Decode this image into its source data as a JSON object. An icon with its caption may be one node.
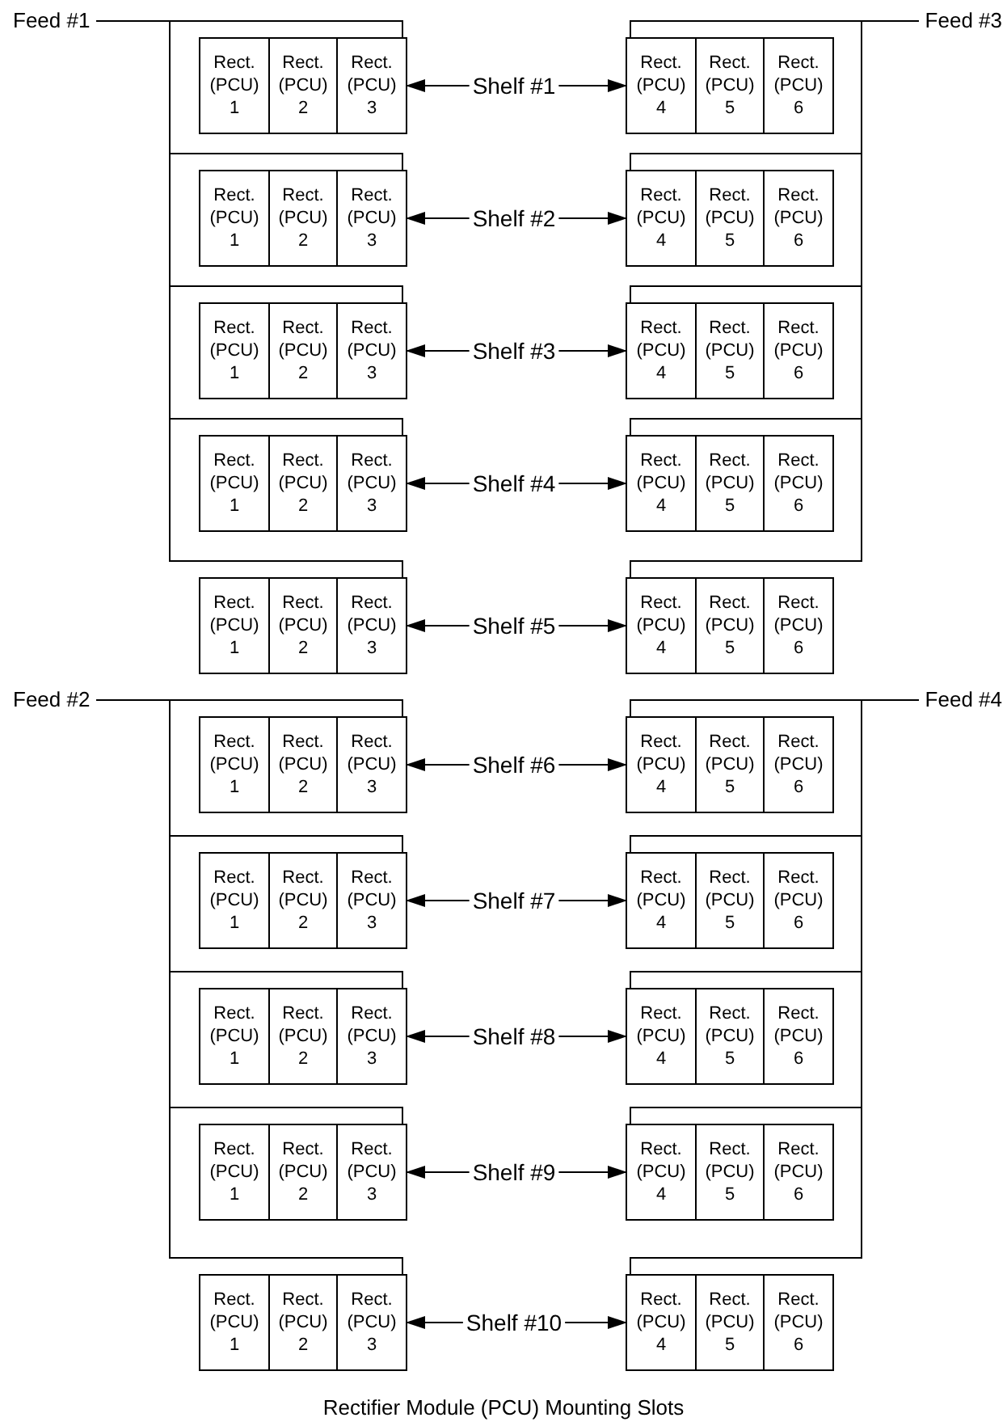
{
  "diagram": {
    "caption": "Rectifier Module (PCU) Mounting Slots",
    "nodes": [
      {
        "text": [
          "Feed #1"
        ]
      },
      {
        "text": [
          "Feed #3"
        ]
      },
      {
        "text": [],
        "shape": "box"
      },
      {
        "text": [
          "Rect. (PCU) 1"
        ],
        "in": 2
      },
      {
        "text": [
          "Rect. (PCU) 2"
        ],
        "in": 2
      },
      {
        "text": [
          "Rect. (PCU) 3"
        ],
        "in": 2
      },
      {
        "text": [
          "Shelf #1"
        ]
      },
      {
        "text": [],
        "shape": "box"
      },
      {
        "text": [
          "Rect. (PCU) 4"
        ],
        "in": 7
      },
      {
        "text": [
          "Rect. (PCU) 5"
        ],
        "in": 7
      },
      {
        "text": [
          "Rect. (PCU) 6"
        ],
        "in": 7
      },
      {
        "text": [],
        "shape": "box"
      },
      {
        "text": [
          "Rect. (PCU) 1"
        ],
        "in": 11
      },
      {
        "text": [
          "Rect. (PCU) 2"
        ],
        "in": 11
      },
      {
        "text": [
          "Rect. (PCU) 3"
        ],
        "in": 11
      },
      {
        "text": [
          "Shelf #2"
        ]
      },
      {
        "text": [],
        "shape": "box"
      },
      {
        "text": [
          "Rect. (PCU) 4"
        ],
        "in": 16
      },
      {
        "text": [
          "Rect. (PCU) 5"
        ],
        "in": 16
      },
      {
        "text": [
          "Rect. (PCU) 6"
        ],
        "in": 16
      },
      {
        "text": [],
        "shape": "box"
      },
      {
        "text": [
          "Rect. (PCU) 1"
        ],
        "in": 20
      },
      {
        "text": [
          "Rect. (PCU) 2"
        ],
        "in": 20
      },
      {
        "text": [
          "Rect. (PCU) 3"
        ],
        "in": 20
      },
      {
        "text": [
          "Shelf #3"
        ]
      },
      {
        "text": [],
        "shape": "box"
      },
      {
        "text": [
          "Rect. (PCU) 4"
        ],
        "in": 25
      },
      {
        "text": [
          "Rect. (PCU) 5"
        ],
        "in": 25
      },
      {
        "text": [
          "Rect. (PCU) 6"
        ],
        "in": 25
      },
      {
        "text": [],
        "shape": "box"
      },
      {
        "text": [
          "Rect. (PCU) 1"
        ],
        "in": 29
      },
      {
        "text": [
          "Rect. (PCU) 2"
        ],
        "in": 29
      },
      {
        "text": [
          "Rect. (PCU) 3"
        ],
        "in": 29
      },
      {
        "text": [
          "Shelf #4"
        ]
      },
      {
        "text": [],
        "shape": "box"
      },
      {
        "text": [
          "Rect. (PCU) 4"
        ],
        "in": 34
      },
      {
        "text": [
          "Rect. (PCU) 5"
        ],
        "in": 34
      },
      {
        "text": [
          "Rect. (PCU) 6"
        ],
        "in": 34
      },
      {
        "text": [],
        "shape": "box"
      },
      {
        "text": [
          "Rect. (PCU) 1"
        ],
        "in": 38
      },
      {
        "text": [
          "Rect. (PCU) 2"
        ],
        "in": 38
      },
      {
        "text": [
          "Rect. (PCU) 3"
        ],
        "in": 38
      },
      {
        "text": [
          "Shelf #5"
        ]
      },
      {
        "text": [],
        "shape": "box"
      },
      {
        "text": [
          "Rect. (PCU) 4"
        ],
        "in": 43
      },
      {
        "text": [
          "Rect. (PCU) 5"
        ],
        "in": 43
      },
      {
        "text": [
          "Rect. (PCU) 6"
        ],
        "in": 43
      },
      {
        "text": [
          "Feed #2"
        ]
      },
      {
        "text": [
          "Feed #4"
        ]
      },
      {
        "text": [],
        "shape": "box"
      },
      {
        "text": [
          "Rect. (PCU) 1"
        ],
        "in": 49
      },
      {
        "text": [
          "Rect. (PCU) 2"
        ],
        "in": 49
      },
      {
        "text": [
          "Rect. (PCU) 3"
        ],
        "in": 49
      },
      {
        "text": [
          "Shelf #6"
        ]
      },
      {
        "text": [],
        "shape": "box"
      },
      {
        "text": [
          "Rect. (PCU) 4"
        ],
        "in": 54
      },
      {
        "text": [
          "Rect. (PCU) 5"
        ],
        "in": 54
      },
      {
        "text": [
          "Rect. (PCU) 6"
        ],
        "in": 54
      },
      {
        "text": [],
        "shape": "box"
      },
      {
        "text": [
          "Rect. (PCU) 1"
        ],
        "in": 58
      },
      {
        "text": [
          "Rect. (PCU) 2"
        ],
        "in": 58
      },
      {
        "text": [
          "Rect. (PCU) 3"
        ],
        "in": 58
      },
      {
        "text": [
          "Shelf #7"
        ]
      },
      {
        "text": [],
        "shape": "box"
      },
      {
        "text": [
          "Rect. (PCU) 4"
        ],
        "in": 63
      },
      {
        "text": [
          "Rect. (PCU) 5"
        ],
        "in": 63
      },
      {
        "text": [
          "Rect. (PCU) 6"
        ],
        "in": 63
      },
      {
        "text": [],
        "shape": "box"
      },
      {
        "text": [
          "Rect. (PCU) 1"
        ],
        "in": 67
      },
      {
        "text": [
          "Rect. (PCU) 2"
        ],
        "in": 67
      },
      {
        "text": [
          "Rect. (PCU) 3"
        ],
        "in": 67
      },
      {
        "text": [
          "Shelf #8"
        ]
      },
      {
        "text": [],
        "shape": "box"
      },
      {
        "text": [
          "Rect. (PCU) 4"
        ],
        "in": 72
      },
      {
        "text": [
          "Rect. (PCU) 5"
        ],
        "in": 72
      },
      {
        "text": [
          "Rect. (PCU) 6"
        ],
        "in": 72
      },
      {
        "text": [],
        "shape": "box"
      },
      {
        "text": [
          "Rect. (PCU) 1"
        ],
        "in": 76
      },
      {
        "text": [
          "Rect. (PCU) 2"
        ],
        "in": 76
      },
      {
        "text": [
          "Rect. (PCU) 3"
        ],
        "in": 76
      },
      {
        "text": [
          "Shelf #9"
        ]
      },
      {
        "text": [],
        "shape": "box"
      },
      {
        "text": [
          "Rect. (PCU) 4"
        ],
        "in": 81
      },
      {
        "text": [
          "Rect. (PCU) 5"
        ],
        "in": 81
      },
      {
        "text": [
          "Rect. (PCU) 6"
        ],
        "in": 81
      },
      {
        "text": [],
        "shape": "box"
      },
      {
        "text": [
          "Rect. (PCU) 1"
        ],
        "in": 85
      },
      {
        "text": [
          "Rect. (PCU) 2"
        ],
        "in": 85
      },
      {
        "text": [
          "Rect. (PCU) 3"
        ],
        "in": 85
      },
      {
        "text": [
          "Shelf #10"
        ]
      },
      {
        "text": [],
        "shape": "box"
      },
      {
        "text": [
          "Rect. (PCU) 4"
        ],
        "in": 90
      },
      {
        "text": [
          "Rect. (PCU) 5"
        ],
        "in": 90
      },
      {
        "text": [
          "Rect. (PCU) 6"
        ],
        "in": 90
      }
    ],
    "edges": [
      {
        "from": 0,
        "to": 2,
        "arrow": "none"
      },
      {
        "from": 1,
        "to": 7,
        "arrow": "none"
      },
      {
        "from": 6,
        "to": 5,
        "arrow": "to"
      },
      {
        "from": 6,
        "to": 8,
        "arrow": "to"
      },
      {
        "from": 0,
        "to": 11,
        "arrow": "none"
      },
      {
        "from": 1,
        "to": 16,
        "arrow": "none"
      },
      {
        "from": 15,
        "to": 14,
        "arrow": "to"
      },
      {
        "from": 15,
        "to": 17,
        "arrow": "to"
      },
      {
        "from": 0,
        "to": 20,
        "arrow": "none"
      },
      {
        "from": 1,
        "to": 25,
        "arrow": "none"
      },
      {
        "from": 24,
        "to": 23,
        "arrow": "to"
      },
      {
        "from": 24,
        "to": 26,
        "arrow": "to"
      },
      {
        "from": 0,
        "to": 29,
        "arrow": "none"
      },
      {
        "from": 1,
        "to": 34,
        "arrow": "none"
      },
      {
        "from": 33,
        "to": 32,
        "arrow": "to"
      },
      {
        "from": 33,
        "to": 35,
        "arrow": "to"
      },
      {
        "from": 0,
        "to": 38,
        "arrow": "none"
      },
      {
        "from": 1,
        "to": 43,
        "arrow": "none"
      },
      {
        "from": 42,
        "to": 41,
        "arrow": "to"
      },
      {
        "from": 42,
        "to": 44,
        "arrow": "to"
      },
      {
        "from": 47,
        "to": 49,
        "arrow": "none"
      },
      {
        "from": 48,
        "to": 54,
        "arrow": "none"
      },
      {
        "from": 53,
        "to": 52,
        "arrow": "to"
      },
      {
        "from": 53,
        "to": 55,
        "arrow": "to"
      },
      {
        "from": 47,
        "to": 58,
        "arrow": "none"
      },
      {
        "from": 48,
        "to": 63,
        "arrow": "none"
      },
      {
        "from": 62,
        "to": 61,
        "arrow": "to"
      },
      {
        "from": 62,
        "to": 64,
        "arrow": "to"
      },
      {
        "from": 47,
        "to": 67,
        "arrow": "none"
      },
      {
        "from": 48,
        "to": 72,
        "arrow": "none"
      },
      {
        "from": 71,
        "to": 70,
        "arrow": "to"
      },
      {
        "from": 71,
        "to": 73,
        "arrow": "to"
      },
      {
        "from": 47,
        "to": 76,
        "arrow": "none"
      },
      {
        "from": 48,
        "to": 81,
        "arrow": "none"
      },
      {
        "from": 80,
        "to": 79,
        "arrow": "to"
      },
      {
        "from": 80,
        "to": 82,
        "arrow": "to"
      },
      {
        "from": 47,
        "to": 85,
        "arrow": "none"
      },
      {
        "from": 48,
        "to": 90,
        "arrow": "none"
      },
      {
        "from": 89,
        "to": 88,
        "arrow": "to"
      },
      {
        "from": 89,
        "to": 91,
        "arrow": "to"
      }
    ]
  }
}
